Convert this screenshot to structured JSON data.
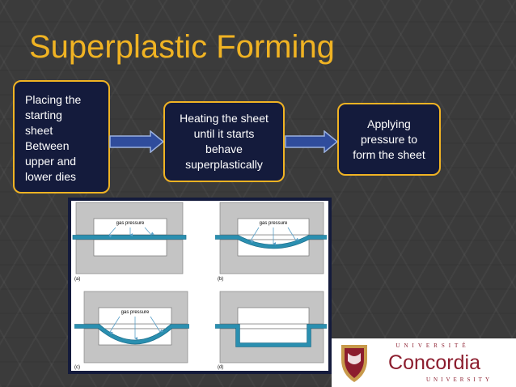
{
  "slide": {
    "title": "Superplastic Forming"
  },
  "steps": [
    {
      "text": "Placing the\nstarting\nsheet\nBetween\nupper and\nlower dies"
    },
    {
      "text": "Heating the sheet\nuntil it starts\nbehave\nsuperplastically"
    },
    {
      "text": "Applying\npressure to\nform the sheet"
    }
  ],
  "figure": {
    "label_gas": "gas pressure",
    "panels": [
      "(a)",
      "(b)",
      "(c)",
      "(d)"
    ]
  },
  "logo": {
    "top": "UNIVERSITÉ",
    "name": "Concordia",
    "bottom": "UNIVERSITY"
  },
  "colors": {
    "title": "#f0b323",
    "box_border": "#f0b323",
    "box_fill": "#141b3c",
    "arrow": "#2f4c9c",
    "sheet": "#2a8fb0",
    "logo_red": "#8c1d2e"
  }
}
